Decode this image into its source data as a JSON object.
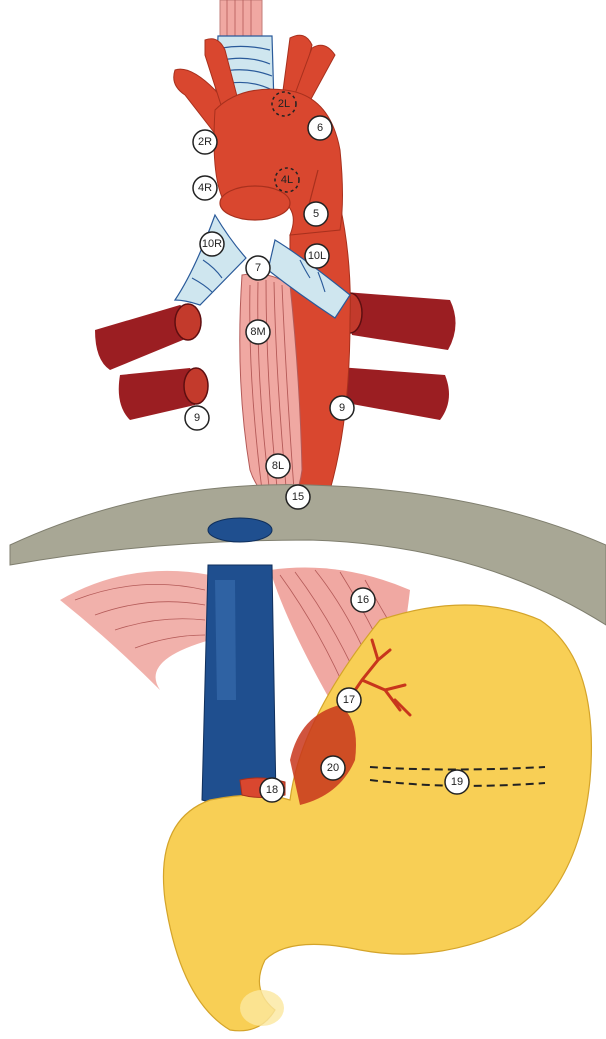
{
  "diagram": {
    "colors": {
      "aorta": "#d9472f",
      "aorta_shade": "#b8351f",
      "pulmonary_vessel": "#9b1e22",
      "trachea_cartilage": "#cfe6ef",
      "trachea_line": "#2a5a9a",
      "esophagus": "#f0a8a2",
      "esophagus_line": "#b45a58",
      "diaphragm": "#a8a795",
      "vena_cava": "#1f4f8f",
      "stomach": "#f8cf55",
      "gastric_vessel": "#c8361c"
    },
    "stations": [
      {
        "id": "2L",
        "label": "2L",
        "style": "dashed"
      },
      {
        "id": "6",
        "label": "6",
        "style": "solid"
      },
      {
        "id": "2R",
        "label": "2R",
        "style": "solid"
      },
      {
        "id": "4R",
        "label": "4R",
        "style": "solid"
      },
      {
        "id": "4L",
        "label": "4L",
        "style": "dashed"
      },
      {
        "id": "5",
        "label": "5",
        "style": "solid"
      },
      {
        "id": "10R",
        "label": "10R",
        "style": "solid"
      },
      {
        "id": "10L",
        "label": "10L",
        "style": "solid"
      },
      {
        "id": "7",
        "label": "7",
        "style": "solid"
      },
      {
        "id": "8M",
        "label": "8M",
        "style": "solid"
      },
      {
        "id": "9R",
        "label": "9",
        "style": "solid"
      },
      {
        "id": "9L",
        "label": "9",
        "style": "solid"
      },
      {
        "id": "8L",
        "label": "8L",
        "style": "solid"
      },
      {
        "id": "15",
        "label": "15",
        "style": "solid"
      },
      {
        "id": "16",
        "label": "16",
        "style": "solid"
      },
      {
        "id": "17",
        "label": "17",
        "style": "solid"
      },
      {
        "id": "20",
        "label": "20",
        "style": "solid"
      },
      {
        "id": "19",
        "label": "19",
        "style": "solid"
      },
      {
        "id": "18",
        "label": "18",
        "style": "solid"
      }
    ]
  }
}
